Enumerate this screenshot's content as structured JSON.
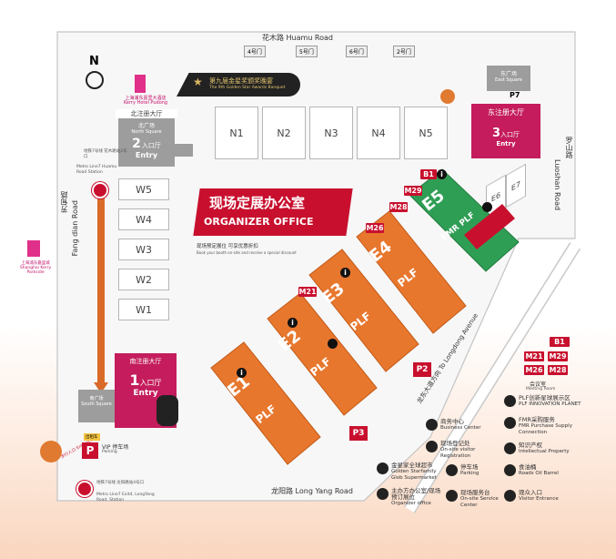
{
  "roads": {
    "north": "花木路 Huamu Road",
    "south": "龙阳路 Long Yang Road",
    "west_cn": "芳甸路",
    "west_en": "Fang dian Road",
    "east_cn": "罗山路",
    "east_en": "Luoshan Road",
    "diagonal": "龙东大道方向 To Longdong Avenue"
  },
  "compass": "N",
  "gates": [
    "4号门",
    "5号门",
    "6号门",
    "2号门"
  ],
  "hotels": {
    "kerry_cn": "上海浦东嘉里大酒店",
    "kerry_en": "Kerry Hotel Pudong",
    "west_cn": "上海浦东嘉里城",
    "west_en": "Shanghai Kerry Parkside"
  },
  "banquet": {
    "cn": "第九届金星奖颁奖晚宴",
    "en": "The 9th Golden Star Awards Banquet"
  },
  "north_square": {
    "title_cn": "北注册大厅",
    "sub_cn": "北广场",
    "sub_en": "North Square",
    "entry_num": "2",
    "entry_cn": "入口厅",
    "entry_en": "Entry"
  },
  "east_square": {
    "cn": "东广场",
    "en": "East Square",
    "parking": "P7"
  },
  "east_hall": {
    "title_cn": "东注册大厅",
    "entry_num": "3",
    "entry_cn": "入口厅",
    "entry_en": "Entry"
  },
  "south_hall": {
    "title_cn": "南注册大厅",
    "entry_num": "1",
    "entry_cn": "入口厅",
    "entry_en": "Entry",
    "square_cn": "南广场",
    "square_en": "South Square"
  },
  "north_halls": [
    "N1",
    "N2",
    "N3",
    "N4",
    "N5"
  ],
  "west_halls": [
    "W5",
    "W4",
    "W3",
    "W2",
    "W1"
  ],
  "east_halls": [
    "E6",
    "E7"
  ],
  "plf_halls": [
    "E1",
    "E2",
    "E3",
    "E4",
    "E5"
  ],
  "plf_label": "PLF",
  "fmr_label": "FMR PLF",
  "organizer": {
    "cn": "现场定展办公室",
    "en": "ORGANIZER OFFICE",
    "note_cn": "现场预定展位 可享优惠折扣",
    "note_en": "Book your booth on-site and receive a special discount"
  },
  "meeting_rooms": [
    "B1",
    "M21",
    "M26",
    "M28",
    "M29"
  ],
  "metro": {
    "north_cn": "地铁7号线 花木路站2号口",
    "north_en": "Metro Line7 Huamu Road Station",
    "south_cn": "地铁7号线 龙阳路站4号口",
    "south_en": "Metro Line7 Exit4, LongYang Road. Station"
  },
  "vip": {
    "cn": "VIP 停车场",
    "en": "Parking",
    "taxi": "出租车"
  },
  "parking_marks": [
    "P2",
    "P3"
  ],
  "legend_rooms": [
    "M21",
    "M29",
    "M26",
    "M28",
    "B1"
  ],
  "legend_meeting": {
    "cn": "会议室",
    "en": "Meeting Room"
  },
  "legend": [
    {
      "icon": "plf-innovation-icon",
      "cn": "PLF创新星球展示区",
      "en": "PLF INNOVATION PLANET"
    },
    {
      "icon": "business-center-icon",
      "cn": "商务中心",
      "en": "Business Center"
    },
    {
      "icon": "fmr-icon",
      "cn": "FMR采购服务",
      "en": "FMR Purchase Supply Connection"
    },
    {
      "icon": "registration-icon",
      "cn": "现场登记处",
      "en": "On-site visitor Registration"
    },
    {
      "icon": "ip-icon",
      "cn": "知识产权",
      "en": "Intellectual Property"
    },
    {
      "icon": "supermarket-icon",
      "cn": "金星家全球超市",
      "en": "Golden Starfamily Glob Supermarket"
    },
    {
      "icon": "parking-icon",
      "cn": "停车场",
      "en": "Parking"
    },
    {
      "icon": "oil-icon",
      "cn": "食油桶",
      "en": "Roads Oil Barrel"
    },
    {
      "icon": "organizer-icon",
      "cn": "主办方办公室/现场预订展位",
      "en": "Organizer office"
    },
    {
      "icon": "service-icon",
      "cn": "现场服务台",
      "en": "On-site Service Center"
    },
    {
      "icon": "exit-icon",
      "cn": "观众入口",
      "en": "Visitor Entrance"
    }
  ],
  "walk_sign": "步行人口 Entrance"
}
